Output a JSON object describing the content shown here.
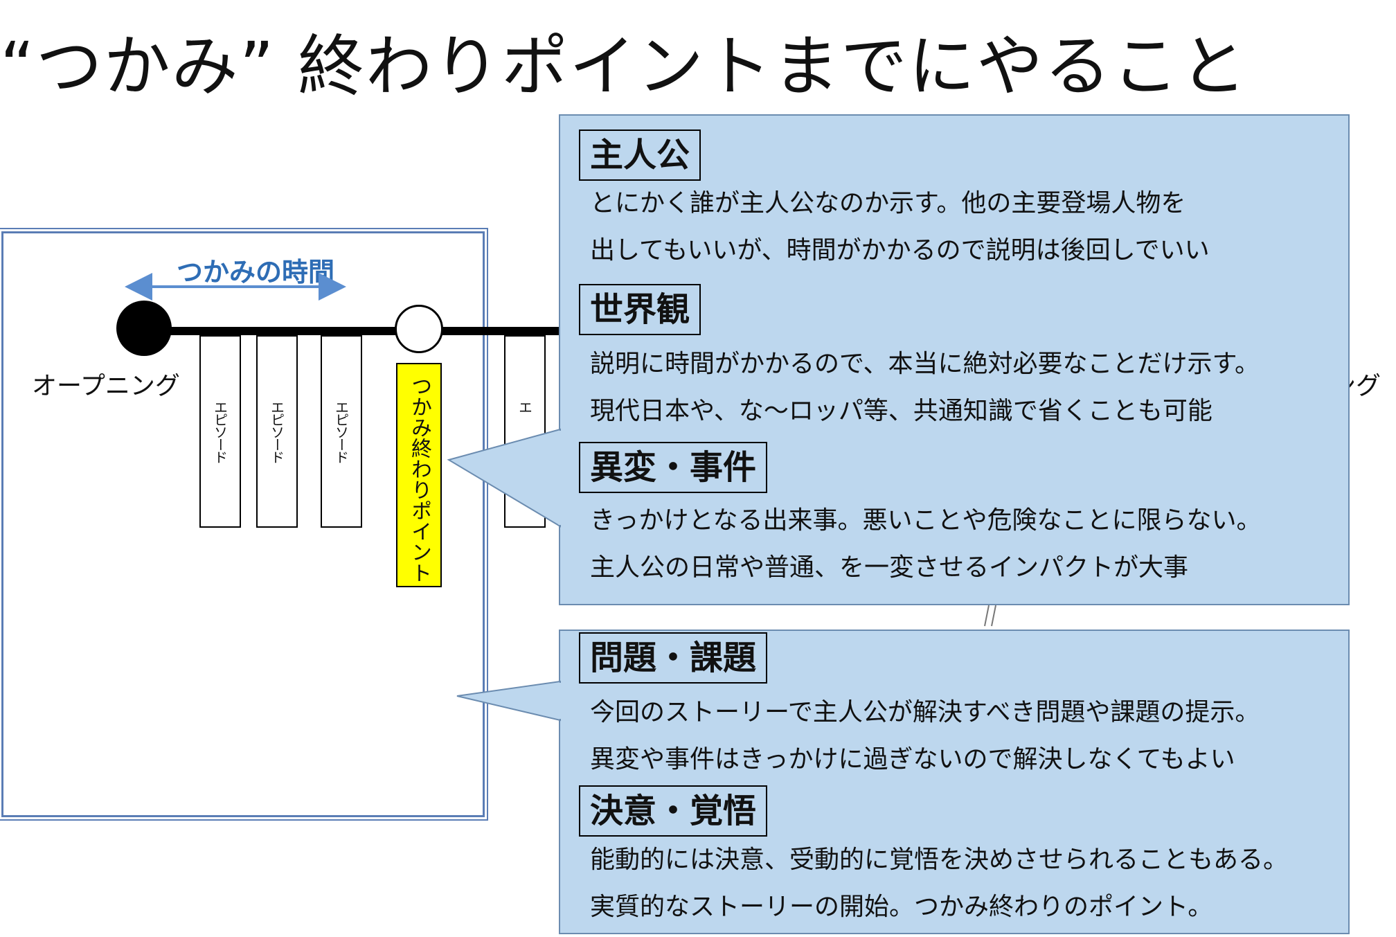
{
  "title": "“つかみ” 終わりポイントまでにやること",
  "diagram": {
    "grab_time_label": "つかみの時間",
    "opening_label": "オープニング",
    "ending_label_fragment": "ング",
    "episodes": [
      "エピソード",
      "エピソード",
      "エピソード",
      "エ"
    ],
    "grab_end_label": "つかみ終わりポイント"
  },
  "sections": [
    {
      "heading": "主人公",
      "lines": [
        "とにかく誰が主人公なのか示す。他の主要登場人物を",
        "出してもいいが、時間がかかるので説明は後回しでいい"
      ]
    },
    {
      "heading": "世界観",
      "lines": [
        "説明に時間がかかるので、本当に絶対必要なことだけ示す。",
        "現代日本や、な〜ロッパ等、共通知識で省くことも可能"
      ]
    },
    {
      "heading": "異変・事件",
      "lines": [
        "きっかけとなる出来事。悪いことや危険なことに限らない。",
        "主人公の日常や普通、を一変させるインパクトが大事"
      ]
    },
    {
      "heading": "問題・課題",
      "lines": [
        "今回のストーリーで主人公が解決すべき問題や課題の提示。",
        "異変や事件はきっかけに過ぎないので解決しなくてもよい"
      ]
    },
    {
      "heading": "決意・覚悟",
      "lines": [
        "能動的には決意、受動的に覚悟を決めさせられることもある。",
        "実質的なストーリーの開始。つかみ終わりのポイント。"
      ]
    }
  ],
  "colors": {
    "panel_fill": "#bdd7ee",
    "panel_border": "#6b8cb0",
    "frame_border": "#5a7db5",
    "accent_text": "#2e6db5",
    "highlight": "#ffff00"
  }
}
